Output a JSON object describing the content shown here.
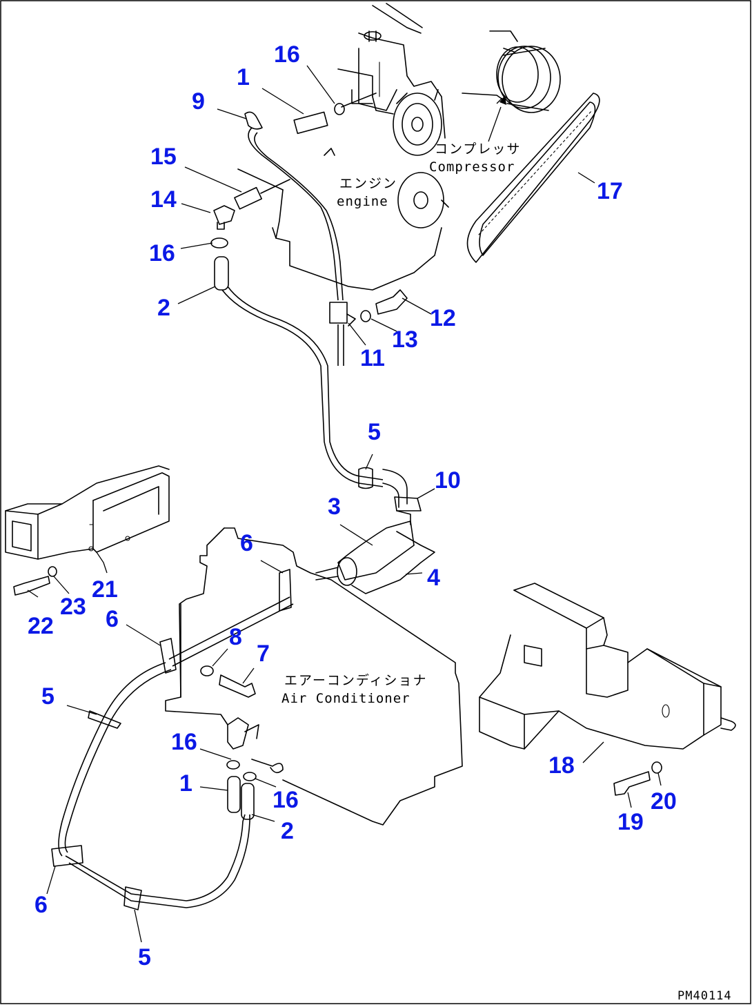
{
  "drawing_code": "PM40114",
  "labels": {
    "compressor_jp": "コンプレッサ",
    "compressor_en": "Compressor",
    "engine_jp": "エンジン",
    "engine_en": "engine",
    "aircon_jp": "エアーコンディショナ",
    "aircon_en": "Air Conditioner"
  },
  "callouts": [
    "1",
    "16",
    "9",
    "15",
    "14",
    "16",
    "2",
    "12",
    "13",
    "11",
    "17",
    "5",
    "10",
    "3",
    "4",
    "6",
    "21",
    "23",
    "22",
    "6",
    "8",
    "7",
    "5",
    "16",
    "1",
    "16",
    "2",
    "18",
    "20",
    "19",
    "6",
    "5"
  ]
}
